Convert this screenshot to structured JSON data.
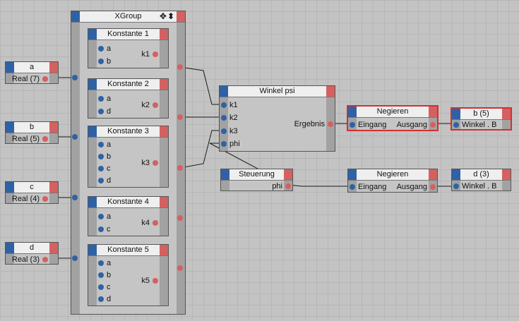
{
  "xgroup": {
    "title": "XGroup",
    "move_icon": "move-icon",
    "collapse_icon": "collapse-arrow-icon"
  },
  "inputs": [
    {
      "title": "a",
      "port": "Real (7)"
    },
    {
      "title": "b",
      "port": "Real (5)"
    },
    {
      "title": "c",
      "port": "Real (4)"
    },
    {
      "title": "d",
      "port": "Real (3)"
    }
  ],
  "konstanten": [
    {
      "title": "Konstante 1",
      "ports_in": [
        "a",
        "b"
      ],
      "port_out": "k1"
    },
    {
      "title": "Konstante 2",
      "ports_in": [
        "a",
        "d"
      ],
      "port_out": "k2"
    },
    {
      "title": "Konstante 3",
      "ports_in": [
        "a",
        "b",
        "c",
        "d"
      ],
      "port_out": "k3"
    },
    {
      "title": "Konstante 4",
      "ports_in": [
        "a",
        "c"
      ],
      "port_out": "k4"
    },
    {
      "title": "Konstante 5",
      "ports_in": [
        "a",
        "b",
        "c",
        "d"
      ],
      "port_out": "k5"
    }
  ],
  "winkel": {
    "title": "Winkel psi",
    "ports_in": [
      "k1",
      "k2",
      "k3",
      "phi"
    ],
    "port_out": "Ergebnis"
  },
  "steuerung": {
    "title": "Steuerung",
    "port_out": "phi"
  },
  "negieren": [
    {
      "title": "Negieren",
      "port_in": "Eingang",
      "port_out": "Ausgang"
    },
    {
      "title": "Negieren",
      "port_in": "Eingang",
      "port_out": "Ausgang"
    }
  ],
  "outputs": [
    {
      "title": "b (5)",
      "port": "Winkel . B"
    },
    {
      "title": "d (3)",
      "port": "Winkel . B"
    }
  ],
  "colors": {
    "input_port": "#2f62a5",
    "output_port": "#d46161",
    "selection": "#d23030",
    "wire": "#1a1a1a"
  }
}
